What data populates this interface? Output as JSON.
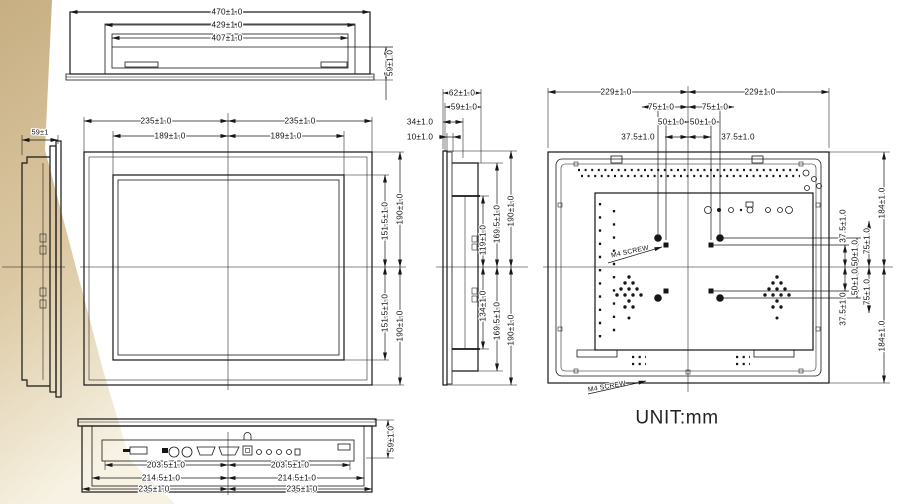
{
  "unit_label": "UNIT:mm",
  "views": {
    "top": {
      "widths": [
        "470±1.0",
        "429±1.0",
        "407±1.0"
      ],
      "depth": "59±1.0"
    },
    "side_left": {
      "depth": "59±1"
    },
    "front": {
      "half_widths": [
        "235±1.0",
        "235±1.0"
      ],
      "screen_half_widths": [
        "189±1.0",
        "189±1.0"
      ],
      "screen_half_heights": [
        "151.5±1.0",
        "151.5±1.0"
      ],
      "half_heights": [
        "190±1.0",
        "190±1.0"
      ]
    },
    "side_right": {
      "depths": [
        "62±1.0",
        "59±1.0",
        "34±1.0",
        "10±1.0"
      ],
      "upper_heights": [
        "119±1.0",
        "169.5±1.0",
        "190±1.0"
      ],
      "lower_heights": [
        "134±1.0",
        "169.5±1.0",
        "190±1.0"
      ]
    },
    "rear": {
      "half_widths": [
        "229±1.0",
        "229±1.0"
      ],
      "offsets_75": [
        "75±1.0",
        "75±1.0"
      ],
      "offsets_50": [
        "50±1.0",
        "50±1.0"
      ],
      "offsets_37_5": [
        "37.5±1.0",
        "37.5±1.0"
      ],
      "half_heights": [
        "184±1.0",
        "184±1.0"
      ],
      "v_offsets_75": [
        "75±1.0",
        "75±1.0"
      ],
      "v_offsets_50": [
        "50±1.0",
        "50±1.0"
      ],
      "v_offsets_37_5": [
        "37.5±1.0",
        "37.5±1.0"
      ],
      "screw_label": "M4 SCREW"
    },
    "bottom": {
      "inner_widths": [
        "203.5±1.0",
        "203.5±1.0"
      ],
      "mid_widths": [
        "214.5±1.0",
        "214.5±1.0"
      ],
      "outer_widths": [
        "235±1.0",
        "235±1.0"
      ],
      "depth": "59±1.0"
    }
  },
  "colors": {
    "line": "#161616",
    "wedge_top": "#c9af82",
    "wedge_mid": "#dcc9a4",
    "wedge_bottom": "#f7f2e3"
  }
}
